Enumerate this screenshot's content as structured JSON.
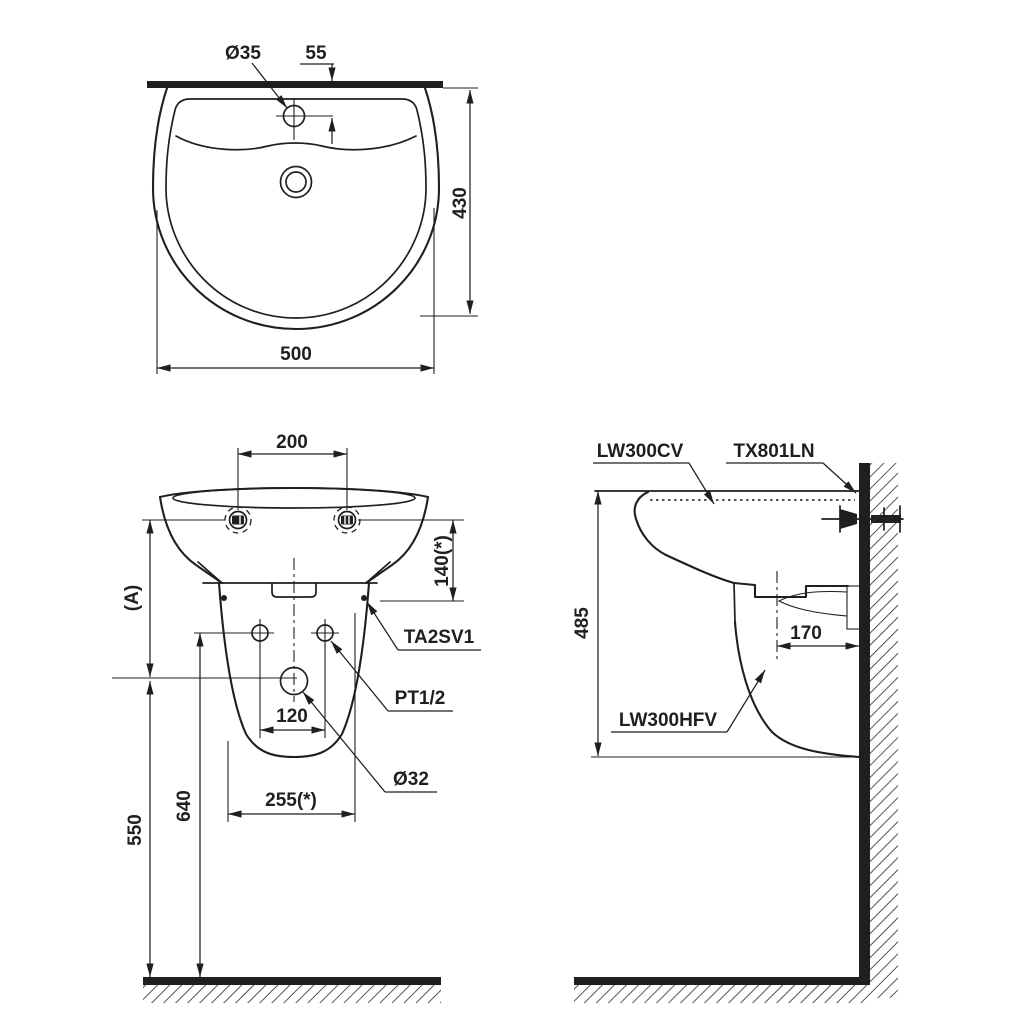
{
  "colors": {
    "ink": "#1f1f1f",
    "background": "#ffffff"
  },
  "top_view": {
    "faucet_hole_dia": "Ø35",
    "hole_wall_offset": "55",
    "depth": "430",
    "width": "500"
  },
  "front_view": {
    "faucet_hole_spacing": "200",
    "bracket_drop": "140(*)",
    "ref_height": "(A)",
    "fixing_kit": "TA2SV1",
    "supply_thread": "PT1/2",
    "supply_spacing": "120",
    "drain_dia": "Ø32",
    "bolt_span": "255(*)",
    "supply_height": "640",
    "drain_height": "550"
  },
  "side_view": {
    "lavatory_model": "LW300CV",
    "faucet_model": "TX801LN",
    "rim_to_pedestal_bottom": "485",
    "drain_wall_offset": "170",
    "pedestal_model": "LW300HFV"
  }
}
